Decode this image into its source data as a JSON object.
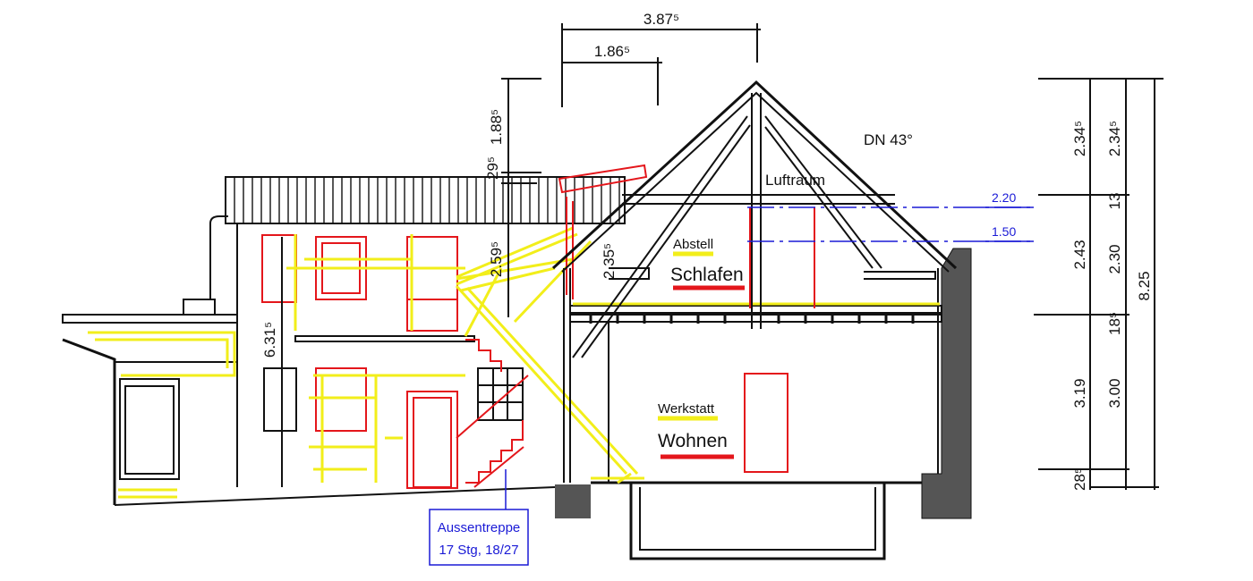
{
  "title": "Gebäudeschnitt",
  "dimensions": {
    "top_overall": "3.87⁵",
    "top_partial": "1.86⁵",
    "left_roof_height": "1.88⁵",
    "left_roof_thickness": "29⁵",
    "left_upper_storey": "2.59⁵",
    "knee_wall": "2.35⁵",
    "left_total": "6.31⁵",
    "right_col1": [
      "2.34⁵",
      "2.43",
      "3.19",
      "28⁵"
    ],
    "right_col2": [
      "2.34⁵",
      "13",
      "2.30",
      "18⁵",
      "3.00"
    ],
    "right_total": "8.25"
  },
  "roof_pitch": "DN 43°",
  "levels": {
    "upper": "2.20",
    "lower": "1.50"
  },
  "rooms": {
    "attic": "Luftraum",
    "upper_old": "Abstell",
    "upper_new": "Schlafen",
    "ground_old": "Werkstatt",
    "ground_new": "Wohnen"
  },
  "stair_note": {
    "title": "Aussentreppe",
    "detail": "17 Stg, 18/27"
  },
  "colors": {
    "existing": "#f2ee1a",
    "new": "#e4161b",
    "level": "#1a1ad6",
    "wall": "#555555"
  }
}
